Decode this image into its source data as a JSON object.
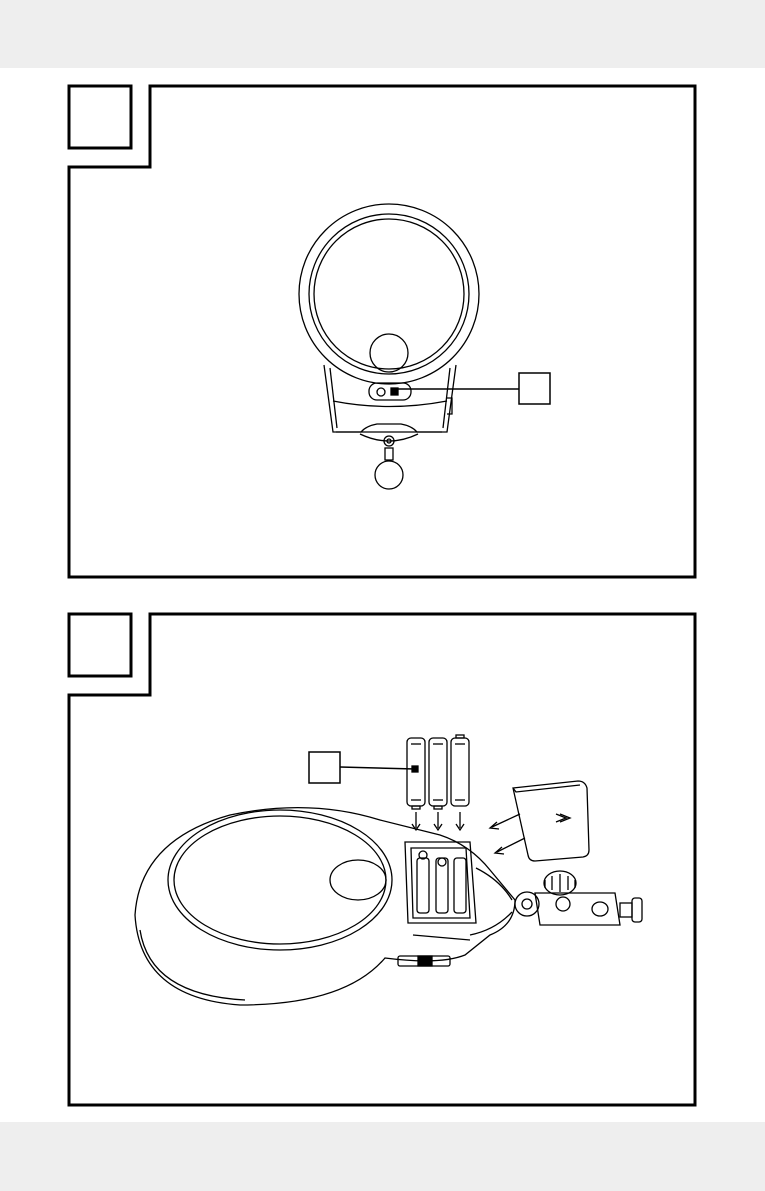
{
  "page": {
    "top_band_color": "#eeeeee",
    "bottom_band_color": "#eeeeee",
    "line_color": "#000000"
  },
  "figures": [
    {
      "number": "",
      "callout": "",
      "icons": [
        "magnifier-front-view",
        "light-switch"
      ]
    },
    {
      "number": "",
      "callout": "",
      "icons": [
        "aaa-battery",
        "battery-cover",
        "table-clamp",
        "magnifier-perspective-view"
      ]
    }
  ]
}
